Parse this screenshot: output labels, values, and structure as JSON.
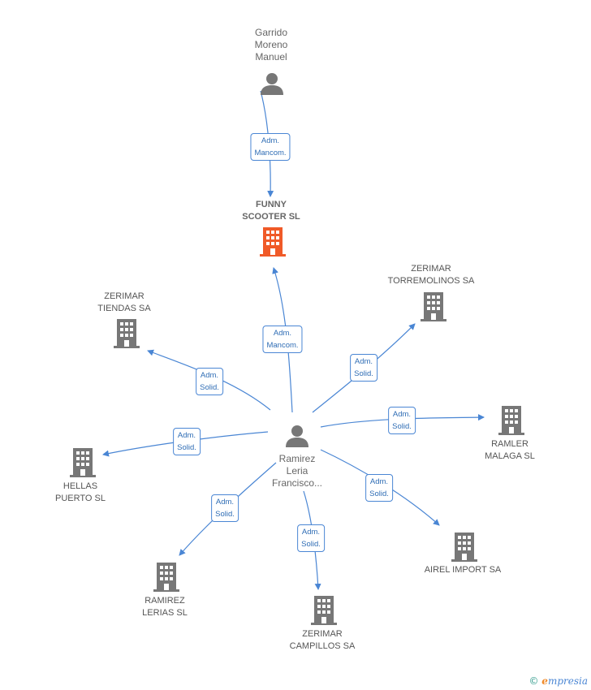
{
  "colors": {
    "edge": "#4a86d4",
    "node_gray": "#777777",
    "node_focus": "#f05a28",
    "person": "#777777"
  },
  "nodes": {
    "garrido": {
      "label": "Garrido\nMoreno\nManuel",
      "icon": "person-icon"
    },
    "funny": {
      "label": "FUNNY\nSCOOTER SL",
      "icon": "building-icon"
    },
    "ramirez": {
      "label": "Ramirez\nLeria\nFrancisco...",
      "icon": "person-icon"
    },
    "tiendas": {
      "label": "ZERIMAR\nTIENDAS SA",
      "icon": "building-icon"
    },
    "torremolinos": {
      "label": "ZERIMAR\nTORREMOLINOS SA",
      "icon": "building-icon"
    },
    "ramler": {
      "label": "RAMLER\nMALAGA  SL",
      "icon": "building-icon"
    },
    "hellas": {
      "label": "HELLAS\nPUERTO SL",
      "icon": "building-icon"
    },
    "airel": {
      "label": "AIREL IMPORT SA",
      "icon": "building-icon"
    },
    "lerias": {
      "label": "RAMIREZ\nLERIAS SL",
      "icon": "building-icon"
    },
    "campillos": {
      "label": "ZERIMAR\nCAMPILLOS SA",
      "icon": "building-icon"
    }
  },
  "edges": {
    "garrido_funny": "Adm.\nMancom.",
    "ramirez_funny": "Adm.\nMancom.",
    "ramirez_tiendas": "Adm.\nSolid.",
    "ramirez_torremolinos": "Adm.\nSolid.",
    "ramirez_ramler": "Adm.\nSolid.",
    "ramirez_hellas": "Adm.\nSolid.",
    "ramirez_airel": "Adm.\nSolid.",
    "ramirez_lerias": "Adm.\nSolid.",
    "ramirez_campillos": "Adm.\nSolid."
  },
  "footer": {
    "copyright": "©",
    "brand_initial": "e",
    "brand_rest": "mpresia"
  }
}
